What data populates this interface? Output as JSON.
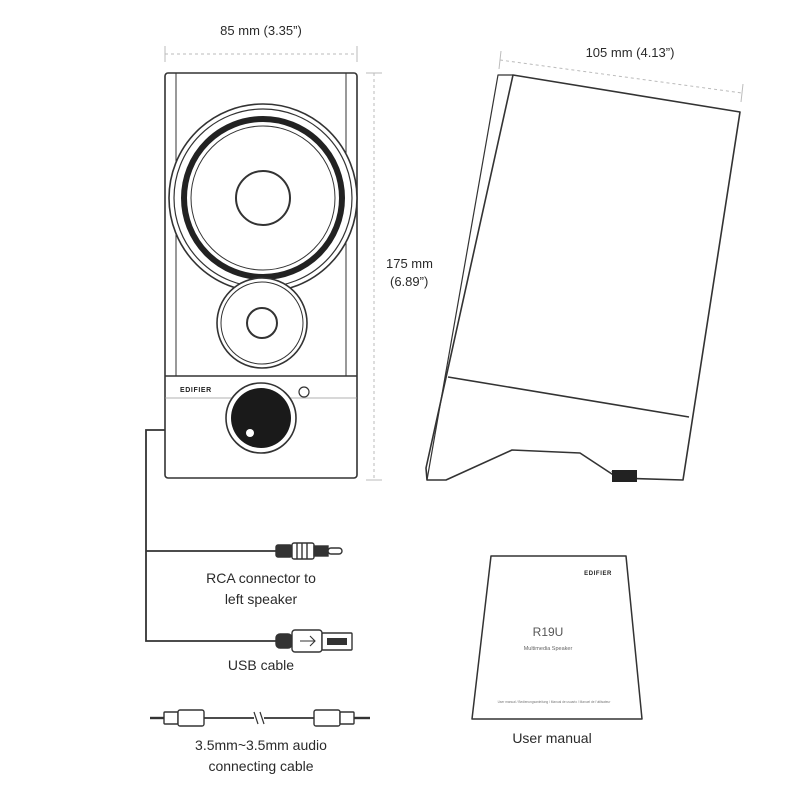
{
  "dimensions": {
    "width": "85 mm (3.35”)",
    "depth": "105 mm (4.13”)",
    "height_mm": "175 mm",
    "height_in": "(6.89”)"
  },
  "speaker_front": {
    "brand": "EDIFIER"
  },
  "accessories": {
    "rca_line1": "RCA connector to",
    "rca_line2": "left speaker",
    "usb": "USB cable",
    "audio_line1": "3.5mm~3.5mm audio",
    "audio_line2": "connecting cable"
  },
  "manual": {
    "brand": "EDIFIER",
    "model": "R19U",
    "subtitle": "Multimedia Speaker",
    "footer": "User manual / Bedienungsanleitung / Manual de usuario / Manuel de l'utilisateur",
    "caption": "User manual"
  }
}
